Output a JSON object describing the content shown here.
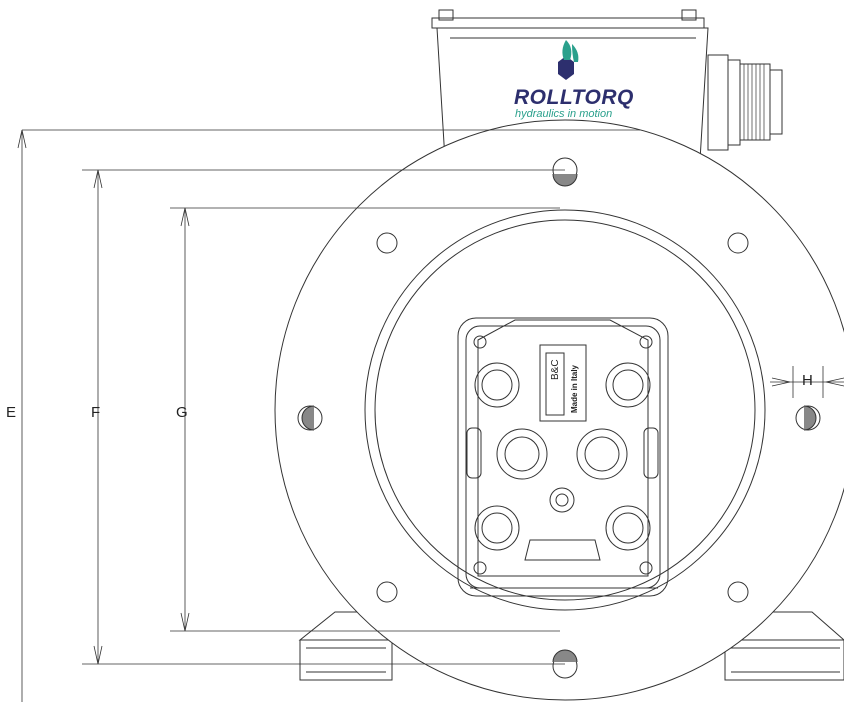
{
  "dimensions": {
    "E": "E",
    "F": "F",
    "G": "G",
    "H": "H"
  },
  "logo": {
    "name": "ROLLTORQ",
    "tagline": "hydraulics in motion",
    "brand_color": "#2d2f6e",
    "accent_color": "#2aa08c"
  },
  "manifold": {
    "made_in": "Made in Italy",
    "mark": "B&C"
  }
}
